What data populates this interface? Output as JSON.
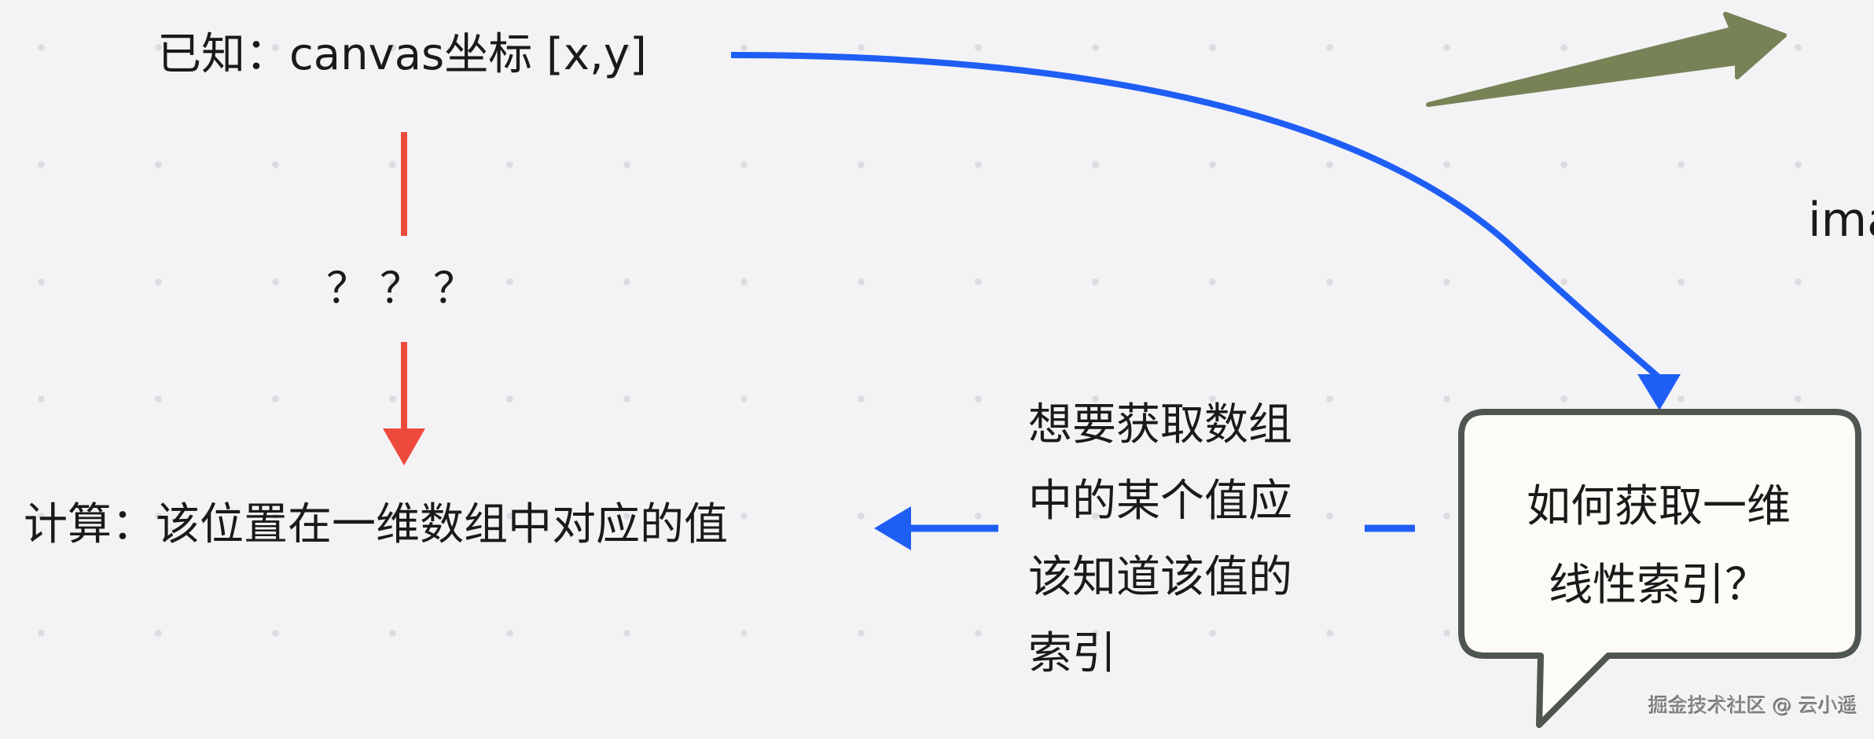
{
  "nodes": {
    "known": "已知：canvas坐标 [x,y]",
    "unknown_step": "？？？",
    "calculate": "计算：该位置在一维数组中对应的值",
    "note_lines": [
      "想要获取数组",
      "中的某个值应",
      "该知道该值的",
      "索引"
    ],
    "bubble_lines": [
      "如何获取一维",
      "线性索引？"
    ],
    "partial_label": "ima"
  },
  "watermark": "掘金技术社区 @ 云小遥",
  "colors": {
    "background": "#f3f3f6",
    "grid_dot": "#dcdce0",
    "blue_arrow": "#1f5ef5",
    "red_arrow": "#ee4a3c",
    "green_arrow": "#778356",
    "bubble_border": "#4f5650",
    "bubble_fill": "#fcfbf6",
    "text": "#1a1a1a"
  }
}
